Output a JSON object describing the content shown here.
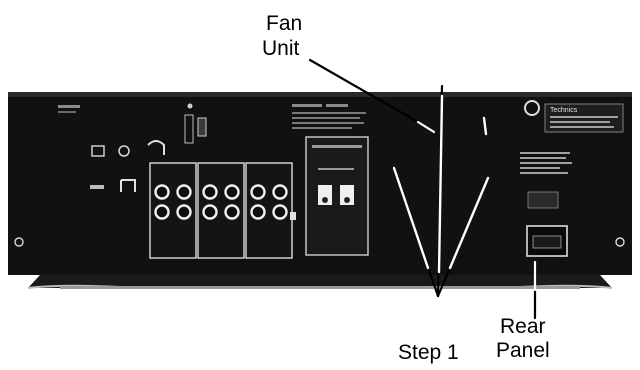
{
  "labels": {
    "fan_unit_line1": "Fan",
    "fan_unit_line2": "Unit",
    "step": "Step 1",
    "rear_panel_line1": "Rear",
    "rear_panel_line2": "Panel"
  },
  "panel_text": {
    "brand": "Technics"
  },
  "colors": {
    "chassis": "#111111",
    "background": "#ffffff",
    "leader_line": "#000000"
  }
}
